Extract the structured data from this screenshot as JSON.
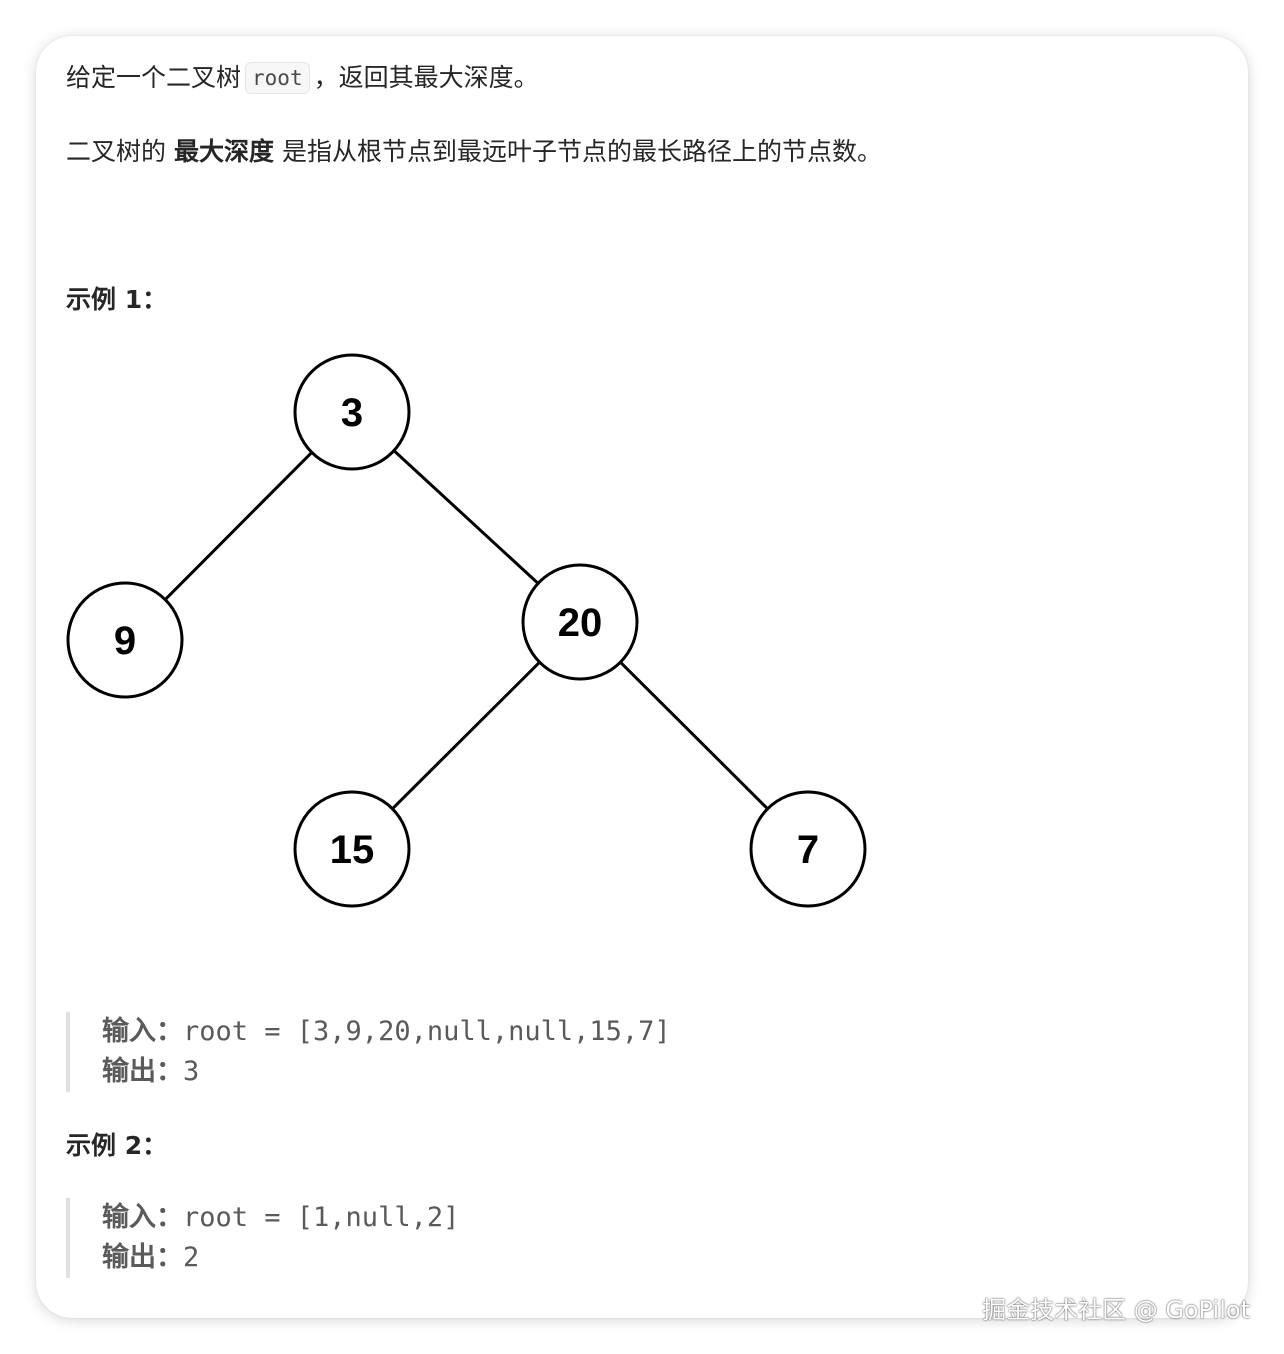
{
  "problem": {
    "line1_pre": "给定一个二叉树",
    "line1_code": "root",
    "line1_post": "，返回其最大深度。",
    "line2_pre": "二叉树的",
    "line2_bold": "最大深度",
    "line2_post": "是指从根节点到最远叶子节点的最长路径上的节点数。"
  },
  "example1": {
    "heading": "示例 1：",
    "tree": {
      "nodes": [
        {
          "id": "n3",
          "label": "3"
        },
        {
          "id": "n9",
          "label": "9"
        },
        {
          "id": "n20",
          "label": "20"
        },
        {
          "id": "n15",
          "label": "15"
        },
        {
          "id": "n7",
          "label": "7"
        }
      ],
      "edges": [
        [
          "n3",
          "n9"
        ],
        [
          "n3",
          "n20"
        ],
        [
          "n20",
          "n15"
        ],
        [
          "n20",
          "n7"
        ]
      ]
    },
    "input_label": "输入：",
    "input_value": "root = [3,9,20,null,null,15,7]",
    "output_label": "输出：",
    "output_value": "3"
  },
  "example2": {
    "heading": "示例 2：",
    "input_label": "输入：",
    "input_value": "root = [1,null,2]",
    "output_label": "输出：",
    "output_value": "2"
  },
  "watermark": "掘金技术社区 @ GoPilot"
}
